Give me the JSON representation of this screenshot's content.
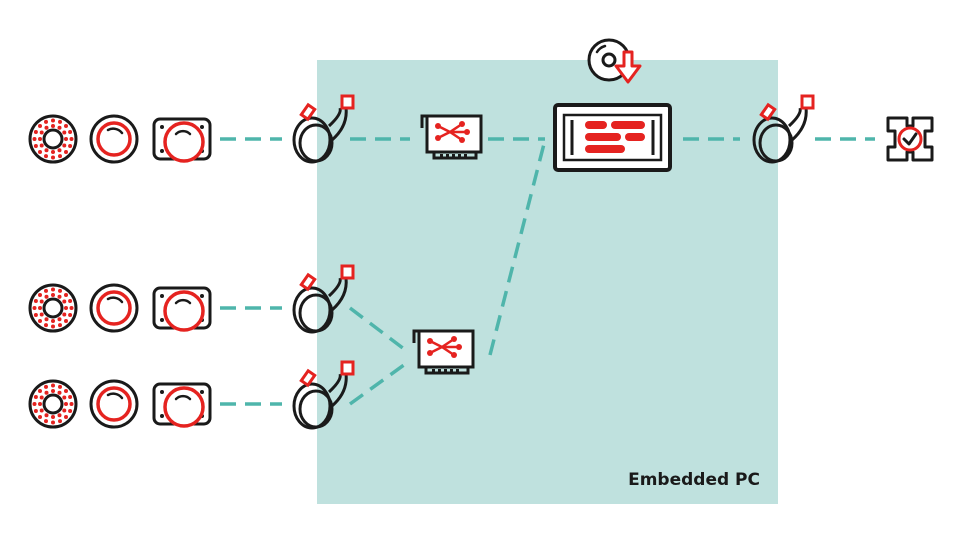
{
  "diagram": {
    "region_label": "Embedded PC",
    "colors": {
      "region_fill": "#bfe1de",
      "connector": "#4fb5ab",
      "accent": "#e52320",
      "outline": "#1a1a1a"
    },
    "components": [
      {
        "id": "ring-light",
        "icon": "ring-light-icon"
      },
      {
        "id": "lens",
        "icon": "lens-icon"
      },
      {
        "id": "camera",
        "icon": "camera-icon"
      },
      {
        "id": "cable",
        "icon": "cable-icon"
      },
      {
        "id": "frame-grabber",
        "icon": "frame-grabber-card-icon"
      },
      {
        "id": "software",
        "icon": "software-download-icon"
      },
      {
        "id": "processing-unit",
        "icon": "processing-unit-icon"
      },
      {
        "id": "result",
        "icon": "inspection-result-icon"
      }
    ],
    "camera_rows": 3,
    "frame_grabbers": 2
  }
}
